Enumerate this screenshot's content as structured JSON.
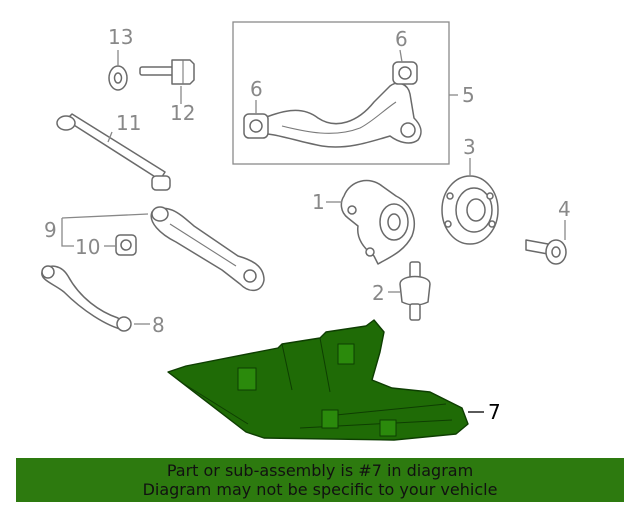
{
  "callouts": {
    "c1": "1",
    "c2": "2",
    "c3": "3",
    "c4": "4",
    "c5": "5",
    "c6a": "6",
    "c6b": "6",
    "c7": "7",
    "c8": "8",
    "c9": "9",
    "c10": "10",
    "c11": "11",
    "c12": "12",
    "c13": "13"
  },
  "banner": {
    "line1": "Part or sub-assembly is #7 in diagram",
    "line2": "Diagram may not be specific to your vehicle"
  },
  "colors": {
    "highlight": "#1f6b06",
    "banner": "#2d7a0f",
    "line": "#888888"
  },
  "icons": [
    "washer-icon",
    "bolt-icon",
    "lateral-link-icon",
    "control-arm-icon",
    "bushing-icon",
    "trailing-arm-icon",
    "toe-link-icon",
    "knuckle-icon",
    "hub-bearing-icon",
    "hub-bolt-icon",
    "ball-joint-icon",
    "underbody-shield-icon"
  ]
}
